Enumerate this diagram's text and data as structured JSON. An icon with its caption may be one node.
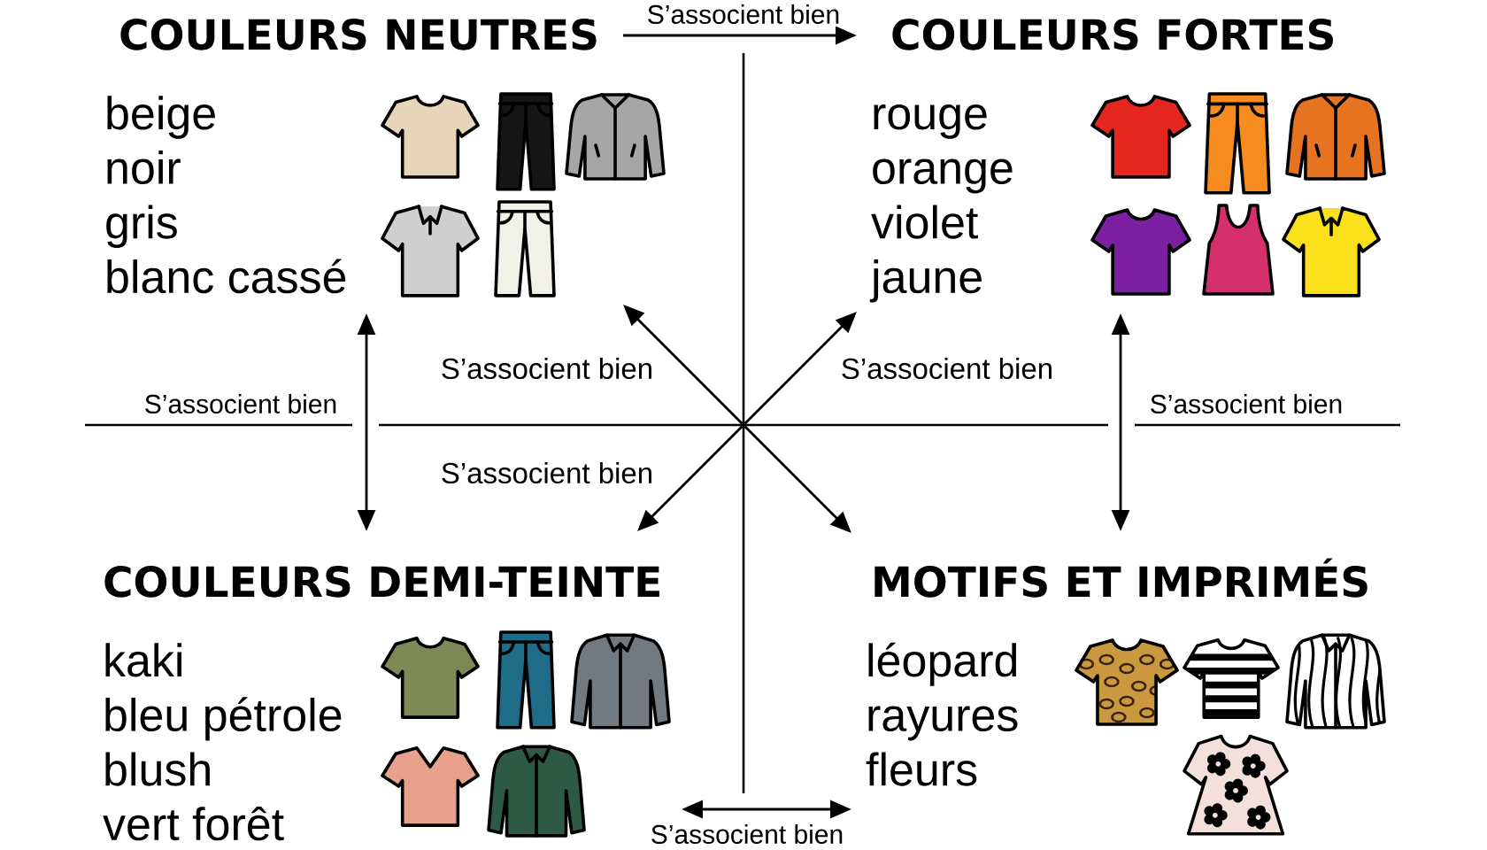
{
  "diagram": {
    "nodes": [
      {
        "text": [
          "COULEURS NEUTRES",
          "beige",
          "noir",
          "gris",
          "blanc cassé"
        ]
      },
      {
        "text": [
          "COULEURS FORTES",
          "rouge",
          "orange",
          "violet",
          "jaune"
        ]
      },
      {
        "text": [
          "COULEURS DEMI-TEINTE",
          "kaki",
          "bleu pétrole",
          "blush",
          "vert forêt"
        ]
      },
      {
        "text": [
          "MOTIFS ET IMPRIMÉS",
          "léopard",
          "rayures",
          "fleurs"
        ]
      }
    ],
    "edges": [
      {
        "from": 0,
        "to": 1,
        "arrow": "to",
        "label": "S’associent bien"
      },
      {
        "from": 0,
        "to": 2,
        "arrow": "both",
        "label": "S’associent bien"
      },
      {
        "from": 1,
        "to": 3,
        "arrow": "both",
        "label": "S’associent bien"
      },
      {
        "from": 0,
        "to": 3,
        "arrow": "both",
        "label": "S’associent bien"
      },
      {
        "from": 1,
        "to": 2,
        "arrow": "both",
        "label": "S’associent bien"
      },
      {
        "from": 2,
        "to": 3,
        "arrow": "both",
        "label": "S’associent bien"
      }
    ],
    "labels": [
      "S’associent bien"
    ]
  }
}
